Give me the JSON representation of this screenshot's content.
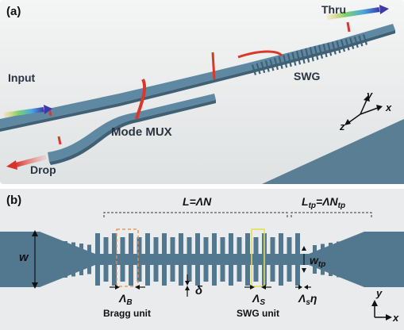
{
  "panel_a": {
    "label": "(a)",
    "input": "Input",
    "thru": "Thru",
    "swg": "SWG",
    "mode_mux": "Mode MUX",
    "drop": "Drop",
    "axes": {
      "x": "x",
      "y": "y",
      "z": "z"
    }
  },
  "panel_b": {
    "label": "(b)",
    "L_eq": {
      "lhs": "L",
      "rhs": "ΛN"
    },
    "Ltp_eq": {
      "lhs": "L",
      "lhs_sub": "tp",
      "rhs": "ΛN",
      "rhs_sub": "tp"
    },
    "w": "w",
    "w_tp": {
      "base": "w",
      "sub": "tp"
    },
    "delta": "δ",
    "lambda_B": {
      "base": "Λ",
      "sub": "B"
    },
    "bragg_unit": "Bragg unit",
    "lambda_S": {
      "base": "Λ",
      "sub": "S"
    },
    "swg_unit": "SWG unit",
    "lambda_s_eta": {
      "base": "Λ",
      "sub": "s",
      "tail": "η"
    },
    "axes": {
      "x": "x",
      "y": "y"
    }
  },
  "colors": {
    "waveguide": "#52788f",
    "waveguide_top": "#5f89a2",
    "waveguide_side": "#3f6075",
    "bragg_box": "#e58a4a",
    "swg_box": "#e6e04a",
    "mode_red": "#d83a2a",
    "bg_a": "#e9ebec"
  }
}
